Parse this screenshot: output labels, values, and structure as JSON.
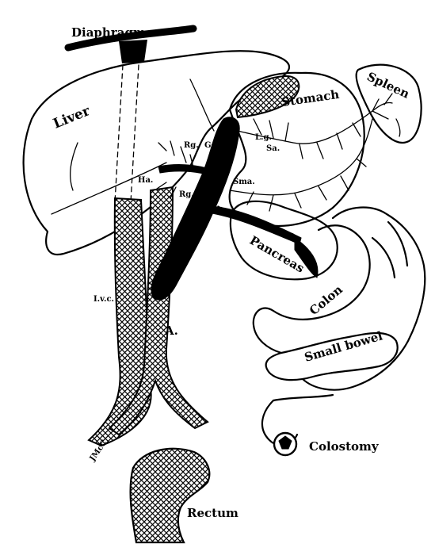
{
  "labels": {
    "diaphragm": "Diaphragm",
    "liver": "Liver",
    "stomach": "Stomach",
    "spleen": "Spleen",
    "lg": "L.g.",
    "sa": "Sa.",
    "rg_upper": "Rg.",
    "gd": "Gd",
    "ha": "Ha.",
    "rg_lower": "Rg.",
    "sma": "Sma.",
    "pancreas": "Pancreas",
    "colon": "Colon",
    "small_bowel": "Small bowel",
    "ivc": "I.v.c.",
    "aorta": "A.",
    "colostomy": "Colostomy",
    "rectum": "Rectum",
    "signature": "JMcC"
  }
}
